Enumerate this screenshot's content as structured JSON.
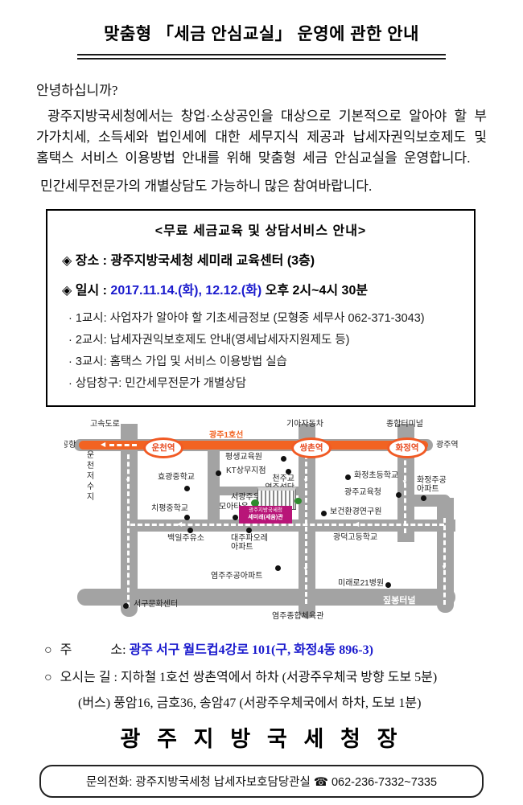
{
  "header": {
    "title": "맞춤형 「세금 안심교실」 운영에 관한 안내"
  },
  "intro": {
    "greeting": "안녕하십니까?",
    "paragraph": "광주지방국세청에서는 창업·소상공인을 대상으로 기본적으로 알아야 할 부가가치세, 소득세와 법인세에 대한 세무지식 제공과 납세자권익보호제도 및 홈택스 서비스 이용방법 안내를 위해 맞춤형 세금 안심교실을 운영합니다.",
    "closing": "민간세무전문가의 개별상담도 가능하니 많은 참여바랍니다."
  },
  "info_box": {
    "title": "<무료 세금교육 및 상담서비스 안내>",
    "place_line": "◈ 장소 : 광주지방국세청 세미래 교육센터 (3층)",
    "date_prefix": "◈ 일시 : ",
    "date_highlight": "2017.11.14.(화), 12.12.(화)",
    "date_suffix": " 오후 2시~4시 30분",
    "highlight_color": "#1a1acd",
    "items": [
      "· 1교시: 사업자가 알아야 할 기초세금정보 (모형중 세무사 062-371-3043)",
      "· 2교시: 납세자권익보호제도 안내(영세납세자지원제도 등)",
      "· 3교시: 홈택스 가입 및 서비스 이용방법 실습",
      "· 상담창구: 민간세무전문가 개별상담"
    ]
  },
  "map": {
    "line_label": "광주1호선",
    "stations": [
      "운천역",
      "쌍촌역",
      "화정역"
    ],
    "left_terminal": "공항",
    "right_terminal": "광주역",
    "top_labels": [
      "고속도로",
      "기아자동차",
      "종합터미널"
    ],
    "reservoir": "운천저수지",
    "tunnel": "짚봉터널",
    "office": {
      "line1": "광주지방국세청",
      "line2": "세미래(세움)관"
    },
    "colors": {
      "line": "#f26322",
      "road": "#a3a3a3",
      "office_box": "#b81578",
      "station_text": "#e8481d"
    },
    "pois": [
      {
        "label": "평생교육원"
      },
      {
        "label": "KT상무지점"
      },
      {
        "label": "천주교\n염주성당"
      },
      {
        "label": "효광중학교"
      },
      {
        "label": "치평중학교"
      },
      {
        "label": "화정초등학교"
      },
      {
        "label": "화정주공\n아파트"
      },
      {
        "label": "광주교육청"
      },
      {
        "label": "서광주우체국"
      },
      {
        "label": "모아타운"
      },
      {
        "label": "보건환경연구원"
      },
      {
        "label": "백일주유소"
      },
      {
        "label": "대주파오레\n아파트"
      },
      {
        "label": "광덕고등학교"
      },
      {
        "label": "염주주공아파트"
      },
      {
        "label": "미래로21병원"
      },
      {
        "label": "서구문화센터"
      },
      {
        "label": "염주종합체육관"
      }
    ]
  },
  "details": {
    "address_bullet": "○",
    "address_label": "주　　　소:",
    "address_value": "광주 서구 월드컵4강로 101(구, 화정4동 896-3)",
    "directions_bullet": "○",
    "directions_label": "오시는 길 :",
    "directions_value": "지하철 1호선 쌍촌역에서 하차 (서광주우체국 방향 도보 5분)",
    "bus_line": "(버스) 풍암16, 금호36, 송암47 (서광주우체국에서 하차, 도보 1분)"
  },
  "signature": "광 주 지 방 국 세 청 장",
  "footer": {
    "text": "문의전화: 광주지방국세청 납세자보호담당관실",
    "phone_icon": "☎",
    "phone": "062-236-7332~7335"
  }
}
